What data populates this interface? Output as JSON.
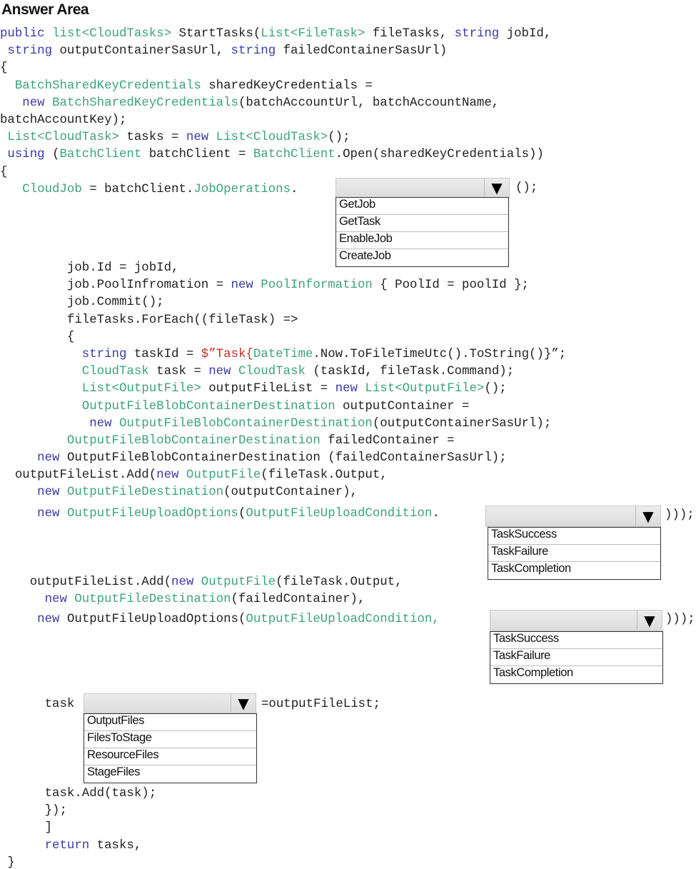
{
  "title": "Answer Area",
  "code": {
    "blocks": [
      {
        "lines": [
          [
            [
              "public ",
              "k"
            ],
            [
              "list<CloudTasks>",
              "t"
            ],
            [
              " StartTasks(",
              "p"
            ],
            [
              "List<FileTask>",
              "t"
            ],
            [
              " fileTasks, ",
              "p"
            ],
            [
              "string",
              "k"
            ],
            [
              " jobId,",
              "p"
            ]
          ],
          [
            [
              " string",
              "k"
            ],
            [
              " outputContainerSasUrl, ",
              "p"
            ],
            [
              "string",
              "k"
            ],
            [
              " failedContainerSasUrl)",
              "p"
            ]
          ],
          [
            [
              "{",
              "p"
            ]
          ],
          [
            [
              "  BatchSharedKeyCredentials",
              "t"
            ],
            [
              " sharedKeyCredentials =",
              "p"
            ]
          ],
          [
            [
              "   new ",
              "k"
            ],
            [
              "BatchSharedKeyCredentials",
              "t"
            ],
            [
              "(batchAccountUrl, batchAccountName,",
              "p"
            ]
          ],
          [
            [
              "batchAccountKey);",
              "p"
            ]
          ],
          [
            [
              " List<CloudTask>",
              "t"
            ],
            [
              " tasks = ",
              "p"
            ],
            [
              "new ",
              "k"
            ],
            [
              "List<CloudTask>",
              "t"
            ],
            [
              "();",
              "p"
            ]
          ],
          [
            [
              " using ",
              "k"
            ],
            [
              "(",
              "p"
            ],
            [
              "BatchClient",
              "t"
            ],
            [
              " batchClient = ",
              "p"
            ],
            [
              "BatchClient",
              "t"
            ],
            [
              ".Open(sharedKeyCredentials))",
              "p"
            ]
          ],
          [
            [
              "{",
              "p"
            ]
          ],
          [
            [
              "   CloudJob",
              "t"
            ],
            [
              " = batchClient.",
              "p"
            ],
            [
              "JobOperations",
              "t"
            ],
            [
              ".",
              "p"
            ]
          ]
        ]
      },
      {
        "lines": [
          [
            [
              "         job.Id = jobId,",
              "p"
            ]
          ],
          [
            [
              "         job.PoolInfromation = ",
              "p"
            ],
            [
              "new ",
              "k"
            ],
            [
              "PoolInformation",
              "t"
            ],
            [
              " { PoolId = poolId };",
              "p"
            ]
          ],
          [
            [
              "         job.Commit();",
              "p"
            ]
          ],
          [
            [
              "         fileTasks.ForEach((fileTask) =>",
              "p"
            ]
          ],
          [
            [
              "         {",
              "p"
            ]
          ],
          [
            [
              "           string",
              "k"
            ],
            [
              " taskId = ",
              "p"
            ],
            [
              "$”Task{",
              "s"
            ],
            [
              "DateTime",
              "t"
            ],
            [
              ".Now.ToFileTimeUtc().ToString()}”;",
              "p"
            ]
          ],
          [
            [
              "           CloudTask",
              "t"
            ],
            [
              " task = ",
              "p"
            ],
            [
              "new ",
              "k"
            ],
            [
              "CloudTask",
              "t"
            ],
            [
              " (taskId, fileTask.Command);",
              "p"
            ]
          ],
          [
            [
              "           List<OutputFile>",
              "t"
            ],
            [
              " outputFileList = ",
              "p"
            ],
            [
              "new ",
              "k"
            ],
            [
              "List<OutputFile>",
              "t"
            ],
            [
              "();",
              "p"
            ]
          ],
          [
            [
              "           OutputFileBlobContainerDestination",
              "t"
            ],
            [
              " outputContainer =",
              "p"
            ]
          ],
          [
            [
              "            new ",
              "k"
            ],
            [
              "OutputFileBlobContainerDestination",
              "t"
            ],
            [
              "(outputContainerSasUrl);",
              "p"
            ]
          ],
          [
            [
              "         OutputFileBlobContainerDestination",
              "t"
            ],
            [
              " failedContainer =",
              "p"
            ]
          ],
          [
            [
              "     new ",
              "k"
            ],
            [
              "OutputFileBlobContainerDestination (failedContainerSasUrl);",
              "p"
            ]
          ],
          [
            [
              "  outputFileList.Add(",
              "p"
            ],
            [
              "new ",
              "k"
            ],
            [
              "OutputFile",
              "t"
            ],
            [
              "(fileTask.Output,",
              "p"
            ]
          ],
          [
            [
              "     new ",
              "k"
            ],
            [
              "OutputFileDestination",
              "t"
            ],
            [
              "(outputContainer),",
              "p"
            ]
          ]
        ]
      },
      {
        "lines": [
          [
            [
              "     new ",
              "k"
            ],
            [
              "OutputFileUploadOptions",
              "t"
            ],
            [
              "(",
              "p"
            ],
            [
              "OutputFileUploadCondition",
              "t"
            ],
            [
              ".",
              "p"
            ]
          ]
        ]
      },
      {
        "lines": [
          [
            [
              "    outputFileList.Add(",
              "p"
            ],
            [
              "new ",
              "k"
            ],
            [
              "OutputFile",
              "t"
            ],
            [
              "(fileTask.Output,",
              "p"
            ]
          ],
          [
            [
              "      new ",
              "k"
            ],
            [
              "OutputFileDestination",
              "t"
            ],
            [
              "(failedContainer),",
              "p"
            ]
          ]
        ]
      },
      {
        "lines": [
          [
            [
              "     new ",
              "k"
            ],
            [
              "OutputFileUploadOptions(",
              "p"
            ],
            [
              "OutputFileUploadCondition,",
              "t"
            ]
          ]
        ]
      },
      {
        "lines": [
          [
            [
              "      task",
              "p"
            ]
          ]
        ]
      },
      {
        "lines": [
          [
            [
              "      task.Add(task);",
              "p"
            ]
          ],
          [
            [
              "      });",
              "p"
            ]
          ],
          [
            [
              "      ]",
              "p"
            ]
          ],
          [
            [
              "      return ",
              "k"
            ],
            [
              "tasks,",
              "p"
            ]
          ],
          [
            [
              " }",
              "p"
            ]
          ]
        ]
      }
    ],
    "tails": {
      "job_ops": "();",
      "upload1": ")));",
      "upload2": ")));",
      "task_assign": "=outputFileList;"
    }
  },
  "dropdowns": [
    {
      "selected": "",
      "options": [
        "GetJob",
        "GetTask",
        "EnableJob",
        "CreateJob"
      ]
    },
    {
      "selected": "",
      "options": [
        "TaskSuccess",
        "TaskFailure",
        "TaskCompletion"
      ]
    },
    {
      "selected": "",
      "options": [
        "TaskSuccess",
        "TaskFailure",
        "TaskCompletion"
      ]
    },
    {
      "selected": "",
      "options": [
        "OutputFiles",
        "FilesToStage",
        "ResourceFiles",
        "StageFiles"
      ]
    }
  ],
  "icons": {
    "dropdown_arrow": "▼"
  },
  "colors": {
    "keyword": "#3c3ca6",
    "type": "#3ea37e",
    "string": "#c4332a"
  }
}
